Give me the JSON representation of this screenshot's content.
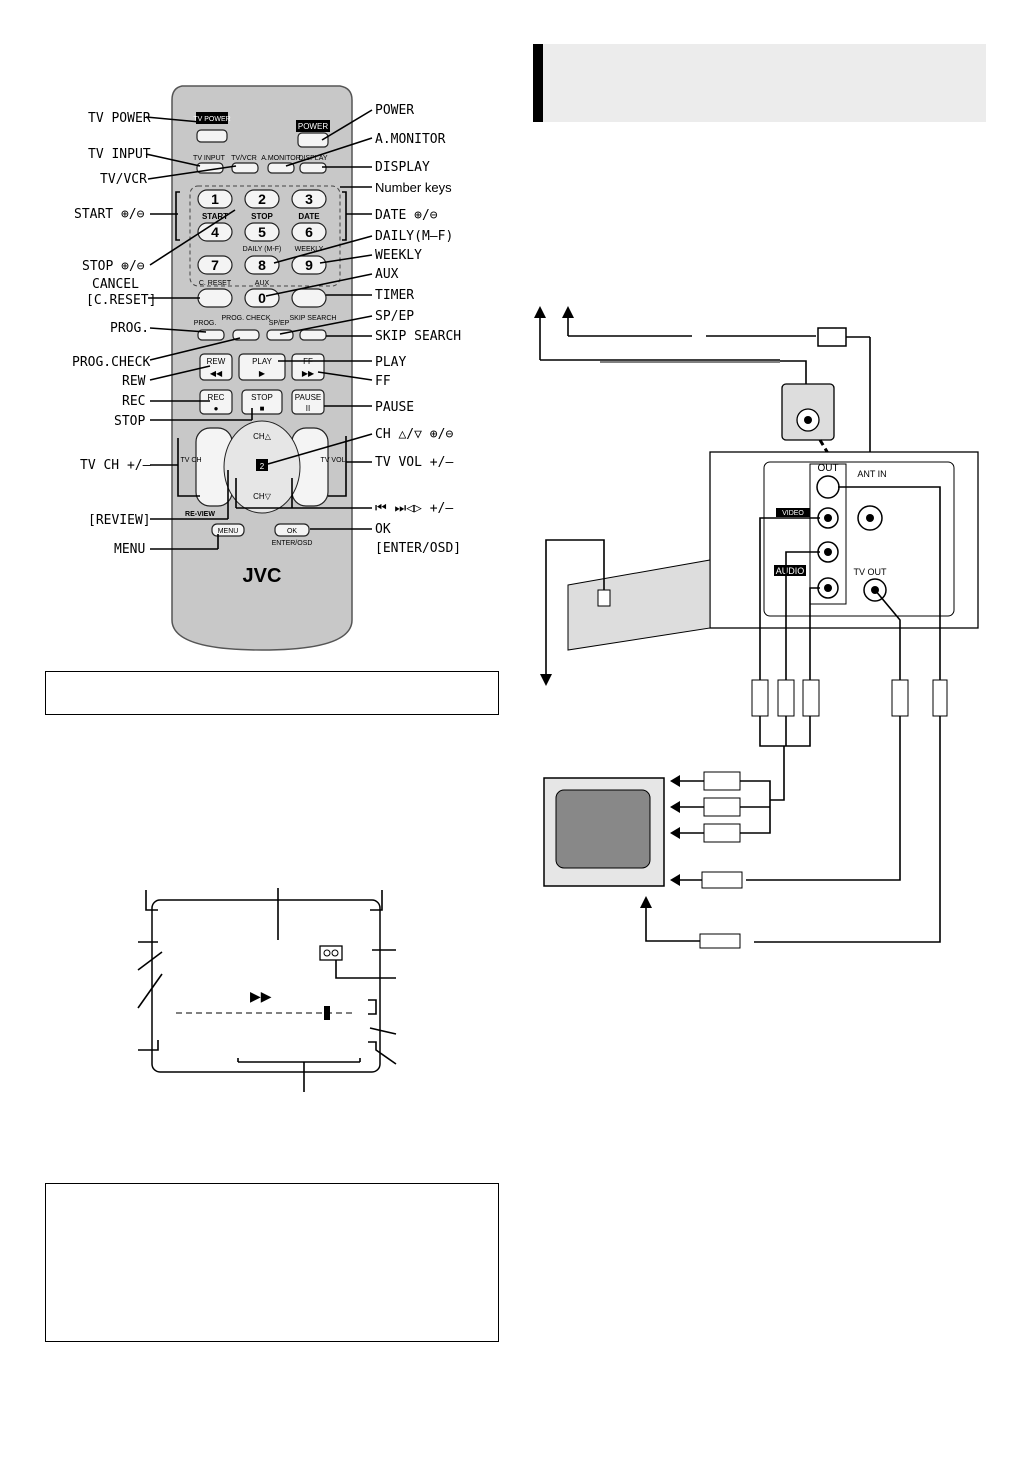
{
  "remote": {
    "brand": "JVC",
    "buttons": {
      "tv_power": "TV POWER",
      "power": "POWER",
      "tv_input": "TV INPUT",
      "tv_vcr": "TV/VCR",
      "a_monitor": "A.MONITOR",
      "display": "DISPLAY",
      "start": "START",
      "stop_small": "STOP",
      "date": "DATE",
      "daily": "DAILY (M-F)",
      "weekly": "WEEKLY",
      "c_reset": "C. RESET",
      "aux": "AUX",
      "prog": "PROG.",
      "prog_check": "PROG. CHECK",
      "sp_ep": "SP/EP",
      "skip_search": "SKIP SEARCH",
      "rew": "REW",
      "play": "PLAY",
      "ff": "FF",
      "rec": "REC",
      "stop": "STOP",
      "pause": "PAUSE",
      "tv_ch": "TV CH",
      "tv_vol": "TV VOL",
      "ch_up": "CH△",
      "ch_down": "CH▽",
      "review": "RE-VIEW",
      "menu": "MENU",
      "ok": "OK",
      "enter_osd": "ENTER/OSD",
      "nums": [
        "1",
        "2",
        "3",
        "4",
        "5",
        "6",
        "7",
        "8",
        "9",
        "0"
      ]
    },
    "callouts_left": [
      "TV POWER",
      "TV INPUT",
      "TV/VCR",
      "START ⊕/⊖",
      "STOP ⊕/⊖",
      "CANCEL",
      "[C.RESET]",
      "PROG.",
      "PROG.CHECK",
      "REW",
      "REC",
      "STOP",
      "TV CH +/–",
      "[REVIEW]",
      "MENU"
    ],
    "callouts_right": [
      "POWER",
      "A.MONITOR",
      "DISPLAY",
      "Number keys",
      "DATE ⊕/⊖",
      "DAILY(M–F)",
      "WEEKLY",
      "AUX",
      "TIMER",
      "SP/EP",
      "SKIP SEARCH",
      "PLAY",
      "FF",
      "PAUSE",
      "CH △/▽ ⊕/⊖",
      "TV VOL +/–",
      "⏮ ⏭◁▷ +/–",
      "OK",
      "[ENTER/OSD]"
    ]
  },
  "connection": {
    "out_label": "OUT",
    "antenna_in_label": "ANT IN",
    "video_label": "VIDEO",
    "audio_label": "AUDIO",
    "tv_out_label": "TV OUT"
  }
}
